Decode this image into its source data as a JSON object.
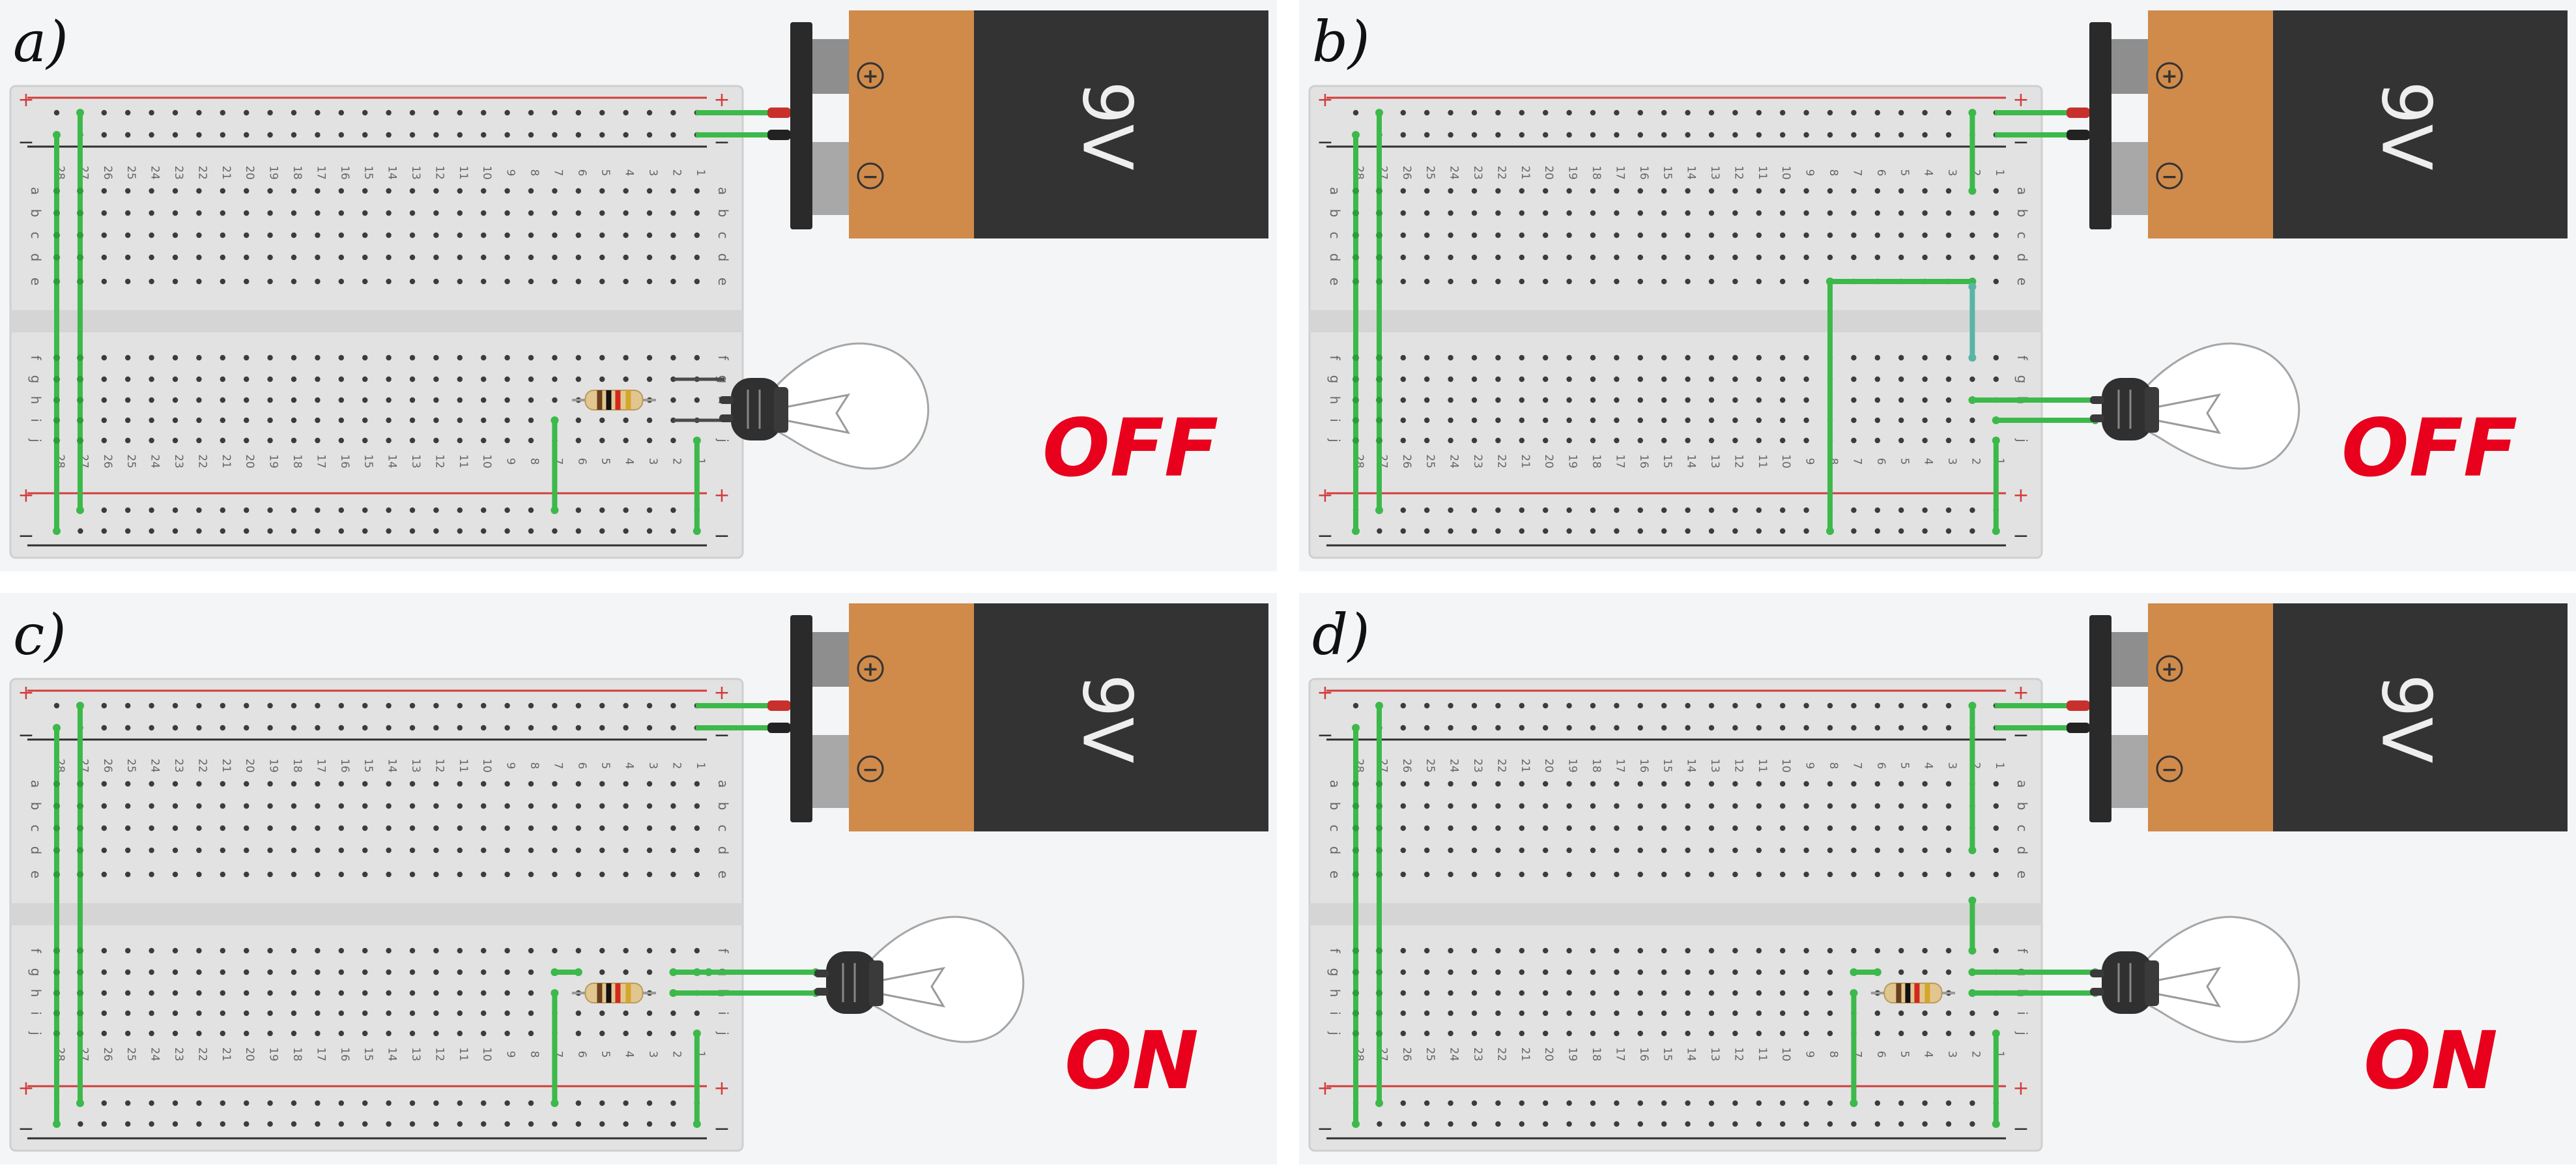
{
  "colors": {
    "panel_bg": "#f4f5f7",
    "breadboard": "#e2e2e2",
    "hole": "#3c3c3c",
    "wire_green": "#3cb94a",
    "wire_teal": "#5ab4a6",
    "rail_red": "#d23c3c",
    "rail_dark": "#2f2f2f",
    "battery_body": "#333333",
    "battery_cap": "#d08a4a",
    "status_text": "#e8001c",
    "bulb_base": "#303030"
  },
  "breadboard": {
    "column_numbers": [
      "28",
      "27",
      "26",
      "25",
      "24",
      "23",
      "22",
      "21",
      "20",
      "19",
      "18",
      "17",
      "16",
      "15",
      "14",
      "13",
      "12",
      "11",
      "10",
      "9",
      "8",
      "7",
      "6",
      "5",
      "4",
      "3",
      "2",
      "1"
    ],
    "row_letters_top": [
      "a",
      "b",
      "c",
      "d",
      "e"
    ],
    "row_letters_bottom": [
      "f",
      "g",
      "h",
      "i",
      "j"
    ],
    "plus_sign": "+",
    "minus_sign": "−"
  },
  "battery": {
    "label": "9V",
    "plus_terminal": "+",
    "minus_terminal": "−"
  },
  "panels": [
    {
      "label": "a)",
      "status": "OFF",
      "variant": "a"
    },
    {
      "label": "b)",
      "status": "OFF",
      "variant": "b"
    },
    {
      "label": "c)",
      "status": "ON",
      "variant": "c"
    },
    {
      "label": "d)",
      "status": "ON",
      "variant": "d"
    }
  ]
}
